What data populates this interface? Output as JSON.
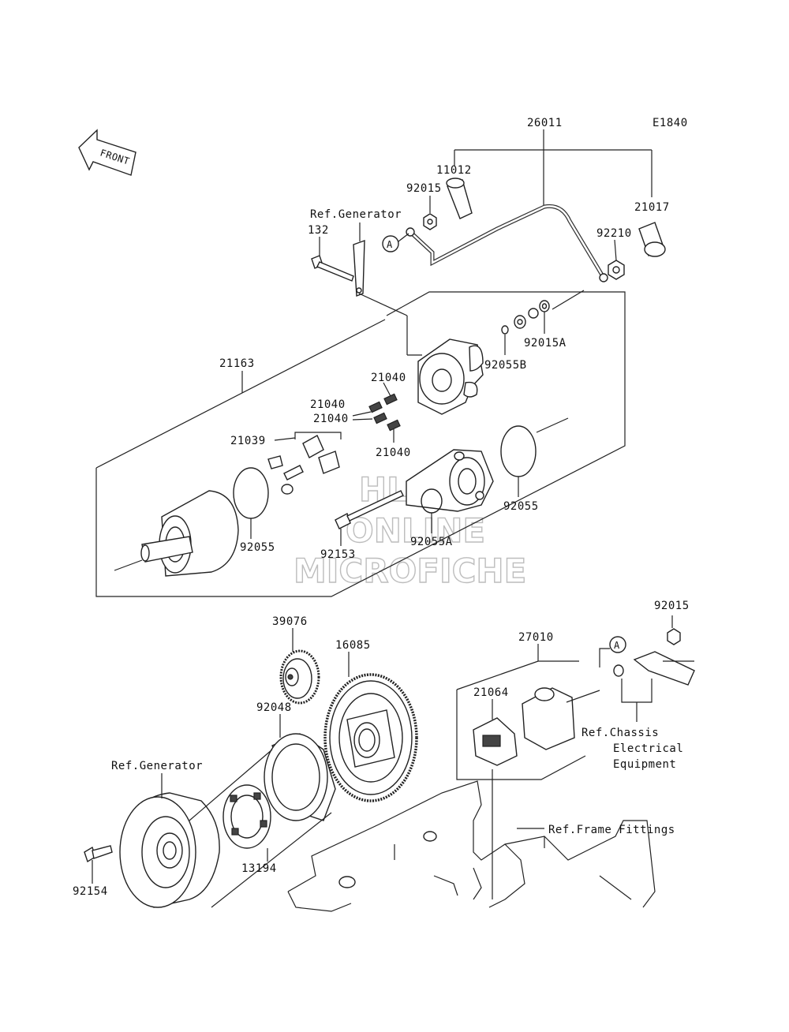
{
  "diagram_code": "E1840",
  "front_arrow": "FRONT",
  "watermark": [
    "HLSM",
    "ONLINE",
    "MICROFICHE"
  ],
  "labels": {
    "p26011": "26011",
    "p11012": "11012",
    "p92015_top": "92015",
    "p21017": "21017",
    "p92210": "92210",
    "ref_generator_top": "Ref.Generator",
    "p132": "132",
    "circle_a_top": "A",
    "p92015A": "92015A",
    "p92055B": "92055B",
    "p21163": "21163",
    "p21040_a": "21040",
    "p21040_b": "21040",
    "p21040_c": "21040",
    "p21040_d": "21040",
    "p21039": "21039",
    "p92055_left": "92055",
    "p92055_right": "92055",
    "p92153": "92153",
    "p92055A": "92055A",
    "p39076": "39076",
    "p16085": "16085",
    "p92048": "92048",
    "ref_generator_bottom": "Ref.Generator",
    "p13194": "13194",
    "p92154": "92154",
    "p27010": "27010",
    "p21064": "21064",
    "circle_a_bottom": "A",
    "p92015_bottom": "92015",
    "ref_chassis_1": "Ref.Chassis",
    "ref_chassis_2": "Electrical",
    "ref_chassis_3": "Equipment",
    "ref_frame": "Ref.Frame Fittings"
  }
}
